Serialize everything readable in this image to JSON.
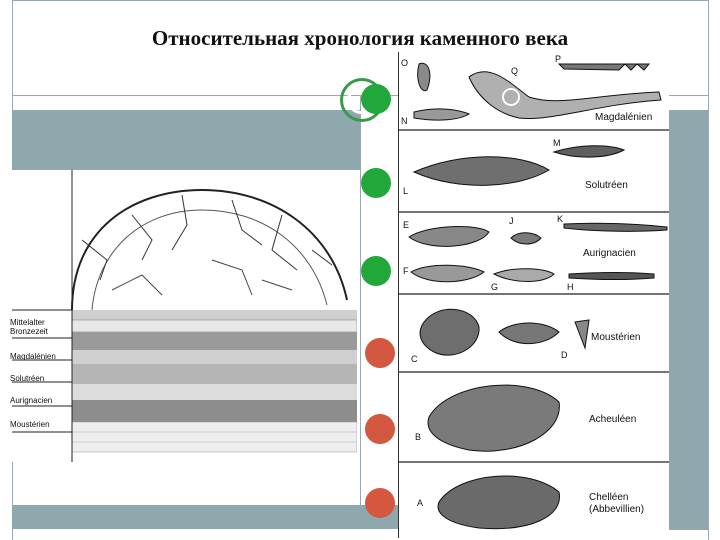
{
  "title": "Относительная хронология каменного века",
  "section_plate": {
    "layers": [
      "Mittelalter Bronzezeit",
      "Magdalénien",
      "Solutréen",
      "Aurignacien",
      "Moustérien"
    ]
  },
  "tools_plate": {
    "periods": [
      "Magdalénien",
      "Solutréen",
      "Aurignacien",
      "Moustérien",
      "Acheuléen",
      "Chelléen (Abbevillien)"
    ],
    "letters": [
      "O",
      "Q",
      "P",
      "N",
      "M",
      "L",
      "E",
      "J",
      "K",
      "F",
      "G",
      "H",
      "C",
      "D",
      "B",
      "A"
    ]
  },
  "markers": [
    {
      "color": "green"
    },
    {
      "color": "green"
    },
    {
      "color": "green"
    },
    {
      "color": "red"
    },
    {
      "color": "red"
    },
    {
      "color": "red"
    }
  ],
  "colors": {
    "frame": "#9aa9b0",
    "teal": "#8fa8ae",
    "green": "#22a83a",
    "red": "#d4573f"
  }
}
